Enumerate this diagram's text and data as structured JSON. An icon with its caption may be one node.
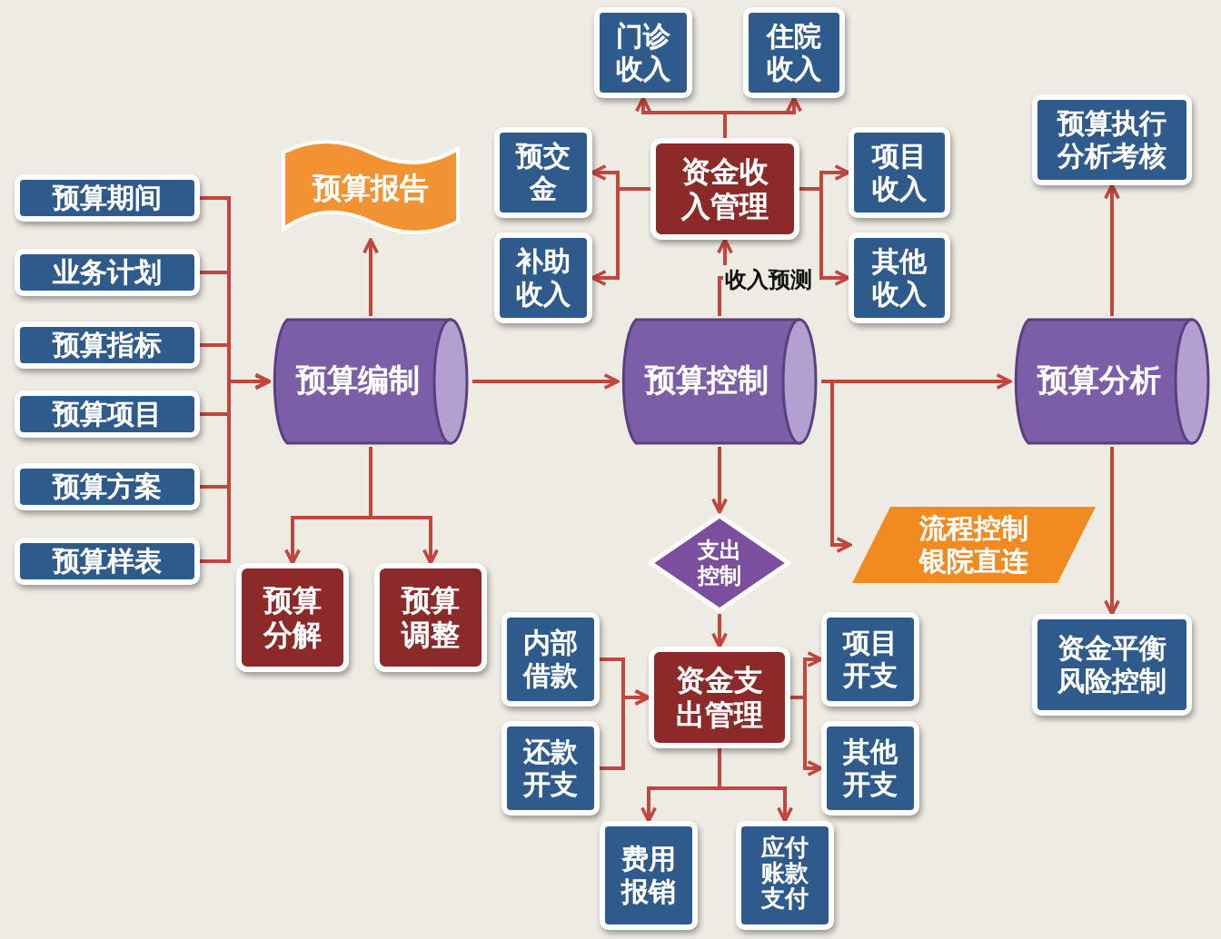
{
  "diagram": {
    "nodes": [
      {
        "text": [
          "门诊收入"
        ]
      },
      {
        "text": [
          "住院收入"
        ]
      },
      {
        "text": [
          "预算执行分析考核"
        ]
      },
      {
        "text": [
          "预交金"
        ]
      },
      {
        "text": [
          "资金收入管理"
        ]
      },
      {
        "text": [
          "项目收入"
        ]
      },
      {
        "text": [
          "预算期间"
        ]
      },
      {
        "text": [
          "预算报告"
        ]
      },
      {
        "text": [
          "补助收入"
        ]
      },
      {
        "text": [
          "其他收入"
        ]
      },
      {
        "text": [
          "业务计划"
        ]
      },
      {
        "text": [
          "预算指标"
        ]
      },
      {
        "text": [
          "预算编制"
        ]
      },
      {
        "text": [
          "预算控制"
        ]
      },
      {
        "text": [
          "预算分析"
        ]
      },
      {
        "text": [
          "预算项目"
        ]
      },
      {
        "text": [
          "预算方案"
        ]
      },
      {
        "text": [
          "流程控制银院直连"
        ]
      },
      {
        "text": [
          "支出控制"
        ]
      },
      {
        "text": [
          "预算样表"
        ]
      },
      {
        "text": [
          "预算分解"
        ]
      },
      {
        "text": [
          "预算调整"
        ]
      },
      {
        "text": [
          "资金平衡风险控制"
        ]
      },
      {
        "text": [
          "内部借款"
        ]
      },
      {
        "text": [
          "资金支出管理"
        ]
      },
      {
        "text": [
          "项目开支"
        ]
      },
      {
        "text": [
          "还款开支"
        ]
      },
      {
        "text": [
          "其他开支"
        ]
      },
      {
        "text": [
          "费用报销"
        ]
      },
      {
        "text": [
          "应付账款支付"
        ]
      }
    ],
    "edges": [
      {
        "from": 6,
        "to": 12,
        "arrow": "to"
      },
      {
        "from": 10,
        "to": 12,
        "arrow": "to"
      },
      {
        "from": 11,
        "to": 12,
        "arrow": "to"
      },
      {
        "from": 15,
        "to": 12,
        "arrow": "to"
      },
      {
        "from": 16,
        "to": 12,
        "arrow": "to"
      },
      {
        "from": 19,
        "to": 12,
        "arrow": "to"
      },
      {
        "from": 12,
        "to": 7,
        "arrow": "to"
      },
      {
        "from": 12,
        "to": 13,
        "arrow": "to"
      },
      {
        "from": 12,
        "to": 20,
        "arrow": "to"
      },
      {
        "from": 12,
        "to": 21,
        "arrow": "to"
      },
      {
        "from": 13,
        "to": 4,
        "arrow": "to",
        "label": "收入预测"
      },
      {
        "from": 4,
        "to": 0,
        "arrow": "to"
      },
      {
        "from": 4,
        "to": 1,
        "arrow": "to"
      },
      {
        "from": 4,
        "to": 3,
        "arrow": "to"
      },
      {
        "from": 4,
        "to": 8,
        "arrow": "to"
      },
      {
        "from": 4,
        "to": 5,
        "arrow": "to"
      },
      {
        "from": 4,
        "to": 9,
        "arrow": "to"
      },
      {
        "from": 13,
        "to": 14,
        "arrow": "to"
      },
      {
        "from": 13,
        "to": 18,
        "arrow": "to"
      },
      {
        "from": 13,
        "to": 17,
        "arrow": "to"
      },
      {
        "from": 14,
        "to": 2,
        "arrow": "to"
      },
      {
        "from": 14,
        "to": 22,
        "arrow": "to"
      },
      {
        "from": 18,
        "to": 24,
        "arrow": "to"
      },
      {
        "from": 23,
        "to": 24,
        "arrow": "to"
      },
      {
        "from": 26,
        "to": 24,
        "arrow": "to"
      },
      {
        "from": 24,
        "to": 25,
        "arrow": "to"
      },
      {
        "from": 24,
        "to": 27,
        "arrow": "to"
      },
      {
        "from": 24,
        "to": 28,
        "arrow": "to"
      },
      {
        "from": 24,
        "to": 29,
        "arrow": "to"
      }
    ]
  }
}
